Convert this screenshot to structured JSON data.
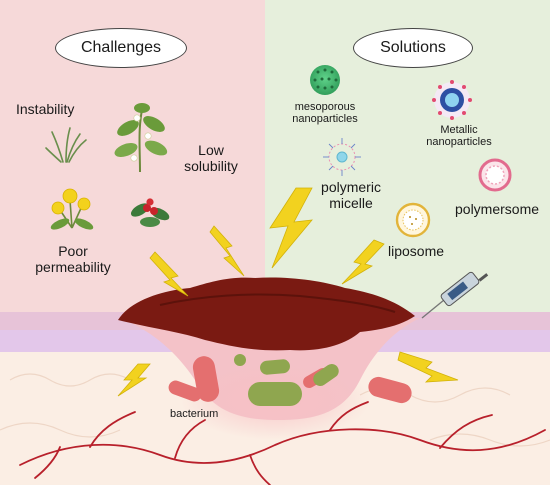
{
  "challenges": {
    "title": "Challenges",
    "items": [
      "Instability",
      "Low solubility",
      "Poor permeability"
    ]
  },
  "solutions": {
    "title": "Solutions",
    "items": [
      "mesoporous nanoparticles",
      "Metallic nanoparticles",
      "polymeric micelle",
      "polymersome",
      "liposome"
    ]
  },
  "wound": {
    "bacterium_label": "bacterium"
  },
  "colors": {
    "challenges_bg": "#f6d9d9",
    "solutions_bg": "#e6efdc",
    "lightning": "#f2d21f",
    "scab": "#7a1a12",
    "skin": "#f1c7cb",
    "bacteria_green": "#8fa64f",
    "bacteria_red": "#e46f6f"
  }
}
